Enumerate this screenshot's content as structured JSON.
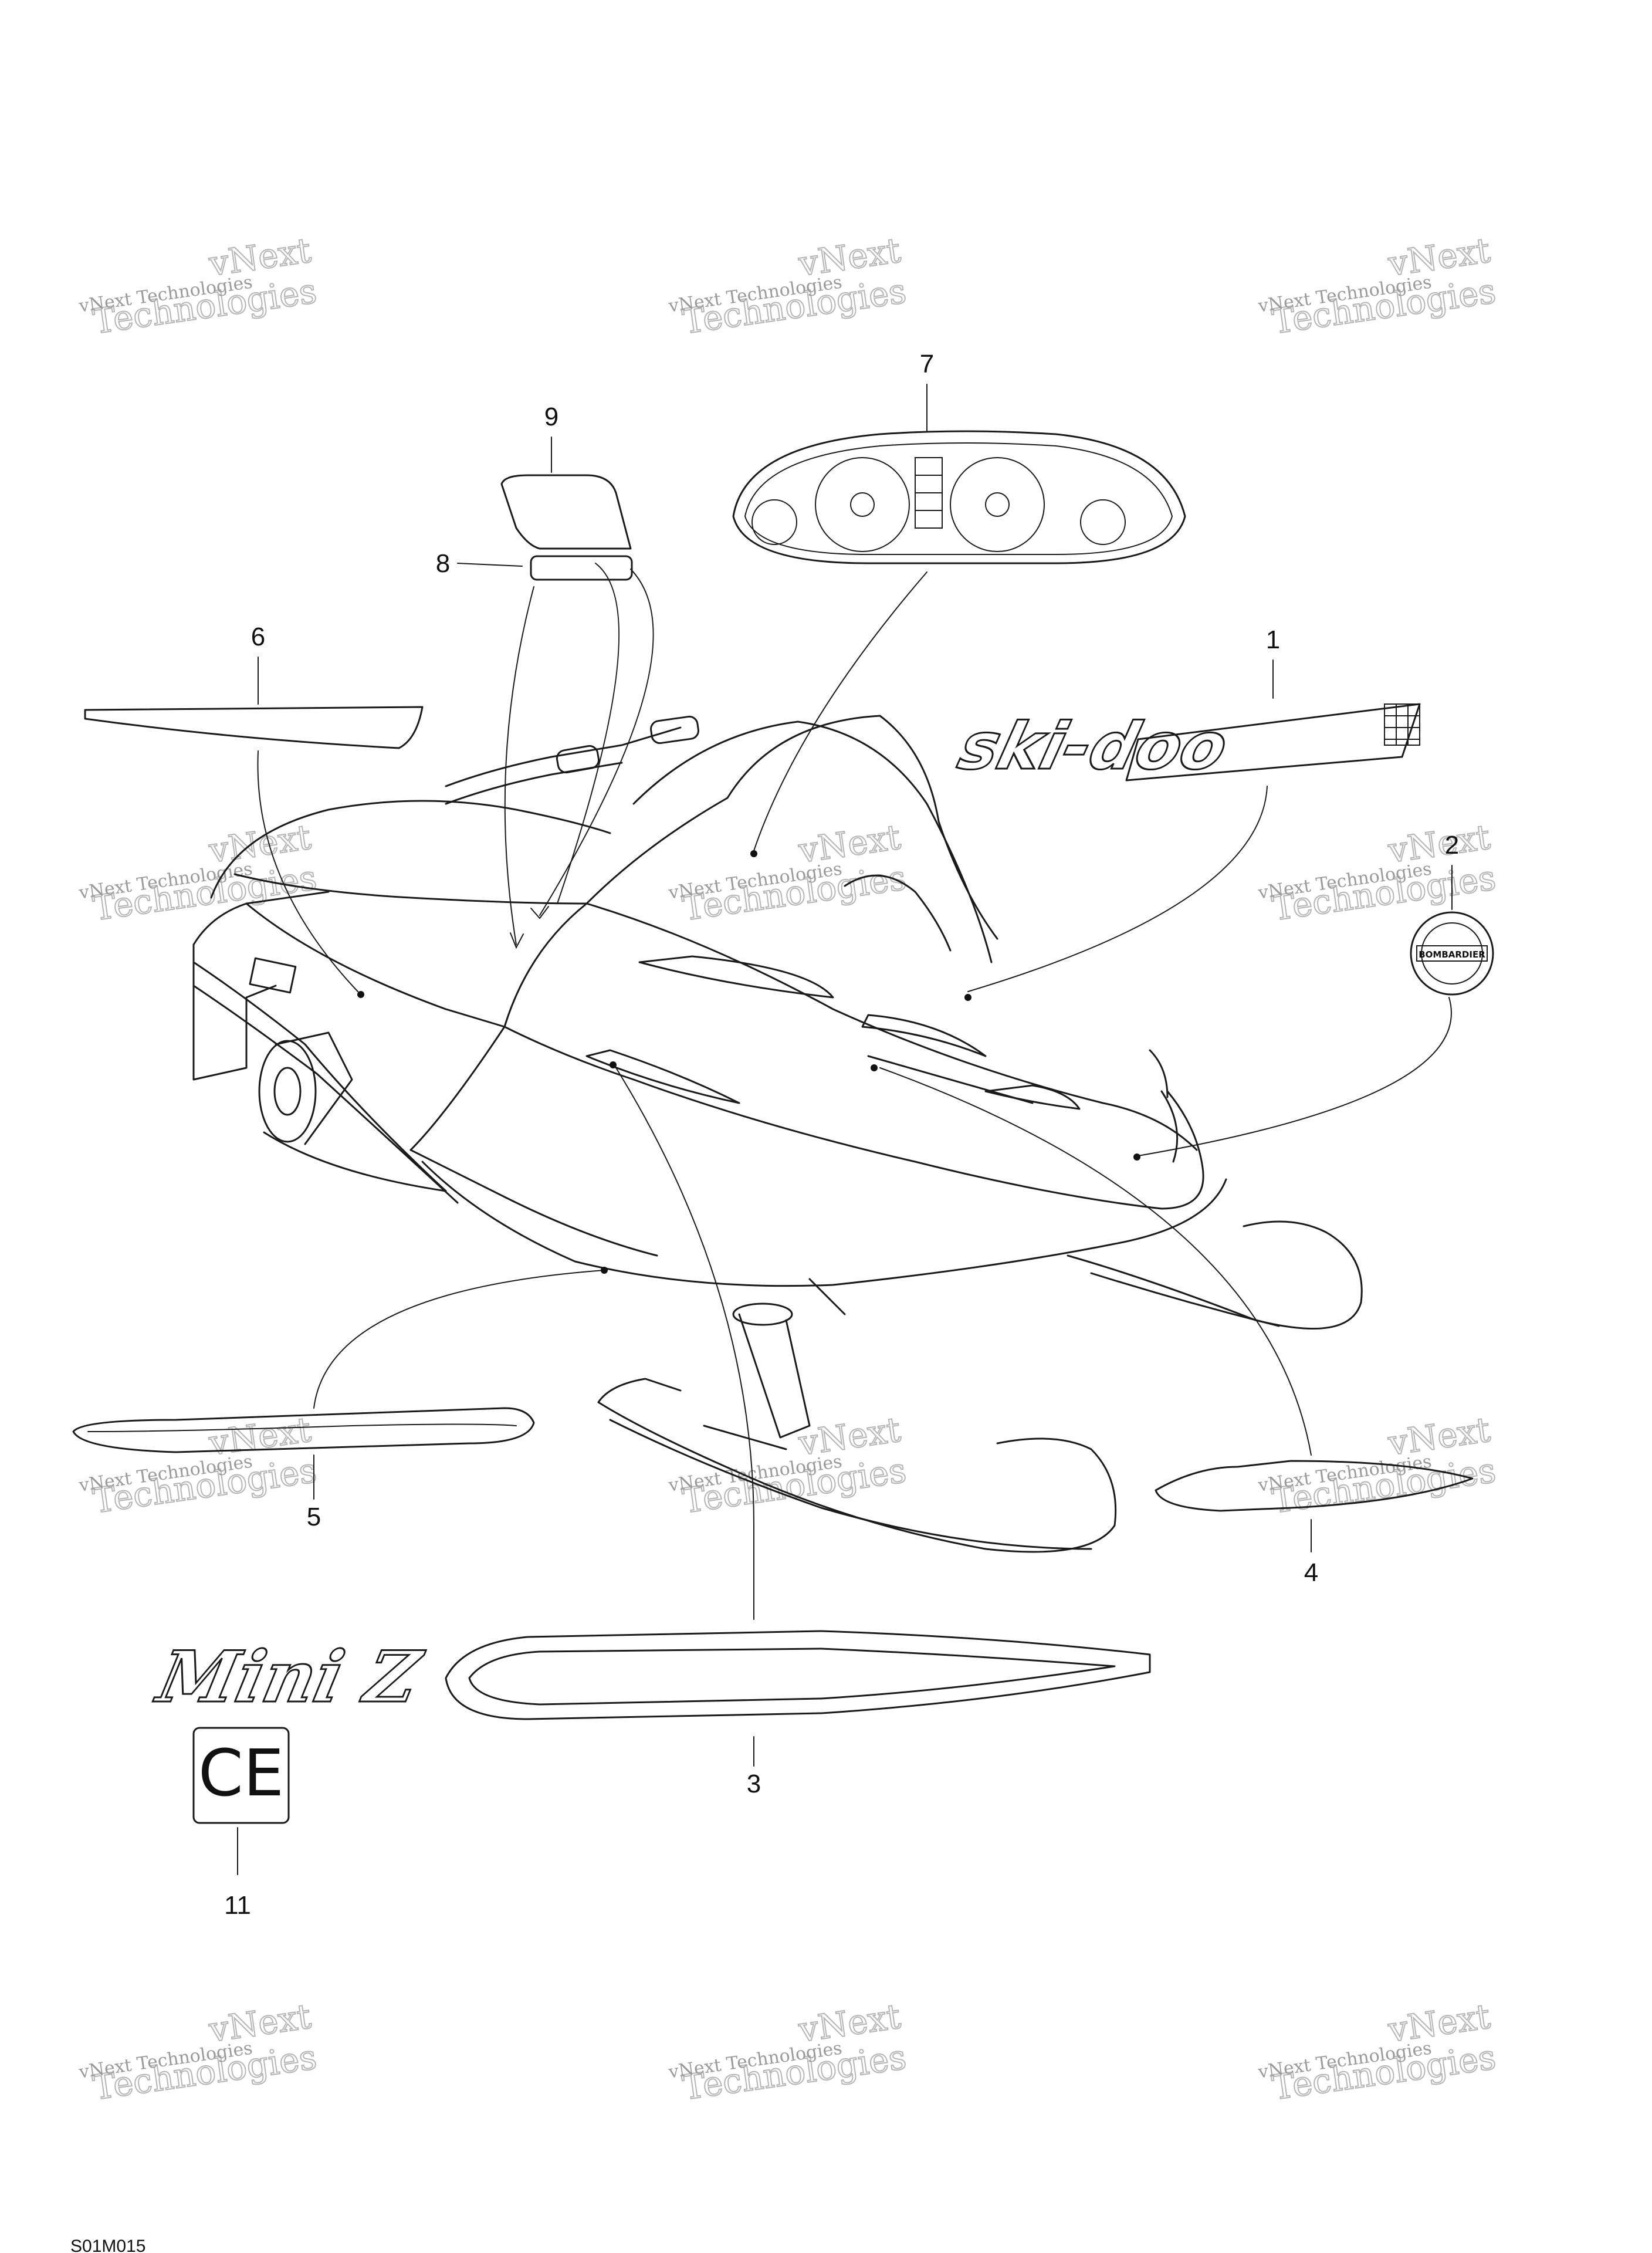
{
  "callouts": {
    "c1": "1",
    "c2": "2",
    "c3": "3",
    "c4": "4",
    "c5": "5",
    "c6": "6",
    "c7": "7",
    "c8": "8",
    "c9": "9",
    "c11": "11"
  },
  "decals": {
    "skidoo_logo": "ski-doo",
    "hood_logo": "ski doo",
    "model_logo": "Mini Z",
    "ce_mark": "CE",
    "medallion": "BOMBARDIER"
  },
  "watermark": {
    "line1": "vNext Technologies",
    "line2a": "vNext",
    "line2b": "Technologies"
  },
  "footer_code": "S01M015"
}
